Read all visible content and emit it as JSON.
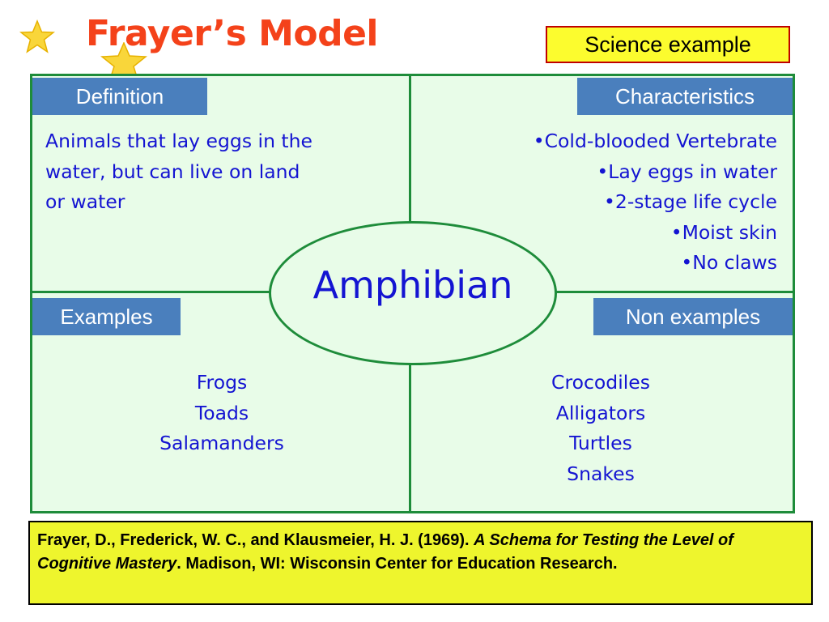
{
  "title": "Frayer’s Model",
  "subject_tag": "Science example",
  "center_term": "Amphibian",
  "quadrants": {
    "definition": {
      "label": "Definition",
      "lines": [
        "Animals that lay eggs in the",
        "water, but can live on land",
        "or water"
      ]
    },
    "characteristics": {
      "label": "Characteristics",
      "items": [
        "•Cold-blooded Vertebrate",
        "•Lay eggs in water",
        "•2-stage life cycle",
        "•Moist skin",
        "•No claws"
      ]
    },
    "examples": {
      "label": "Examples",
      "items": [
        "Frogs",
        "Toads",
        "Salamanders"
      ]
    },
    "non_examples": {
      "label": "Non examples",
      "items": [
        "Crocodiles",
        "Alligators",
        "Turtles",
        "Snakes"
      ]
    }
  },
  "citation": {
    "authors_year": "Frayer, D., Frederick, W. C., and Klausmeier, H. J. (1969).",
    "work_title": "A Schema for Testing the Level of Cognitive Mastery",
    "publisher": ". Madison, WI: Wisconsin Center for Education Research."
  },
  "colors": {
    "title": "#f4421a",
    "label_bg": "#4a7fbd",
    "text_blue": "#1414d2",
    "grid_border": "#1e8c3a",
    "quad_bg": "#e8fce8",
    "citation_bg": "#eef52d",
    "subject_bg": "#fcfc2e",
    "star": "#f9d63a"
  }
}
